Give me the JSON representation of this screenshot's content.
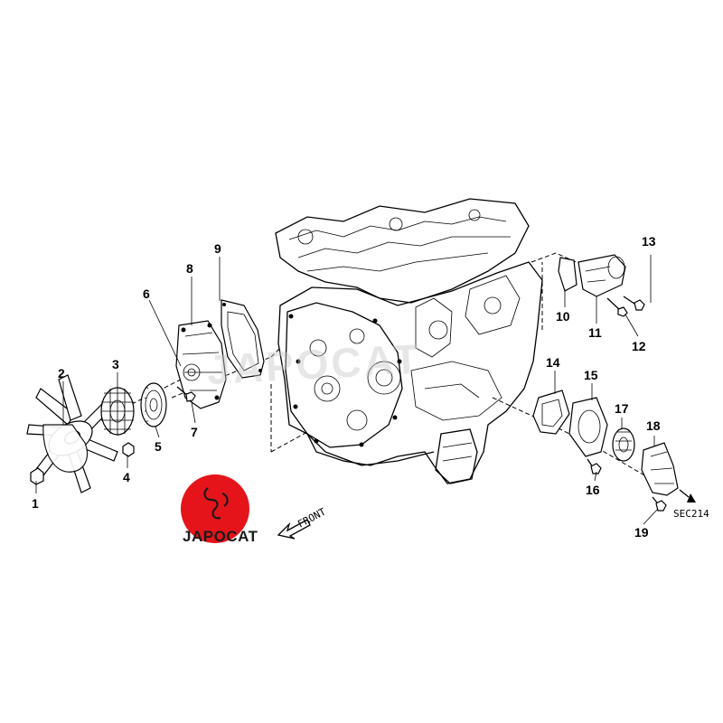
{
  "diagram": {
    "callouts": [
      "1",
      "2",
      "3",
      "4",
      "5",
      "6",
      "7",
      "8",
      "9",
      "10",
      "11",
      "12",
      "13",
      "14",
      "15",
      "16",
      "17",
      "18",
      "19"
    ],
    "section_ref": "SEC214",
    "direction_label": "FRONT",
    "watermark": "JAPOCAT",
    "logo": {
      "text": "JAPOCAT",
      "color": "#e5141b"
    }
  }
}
